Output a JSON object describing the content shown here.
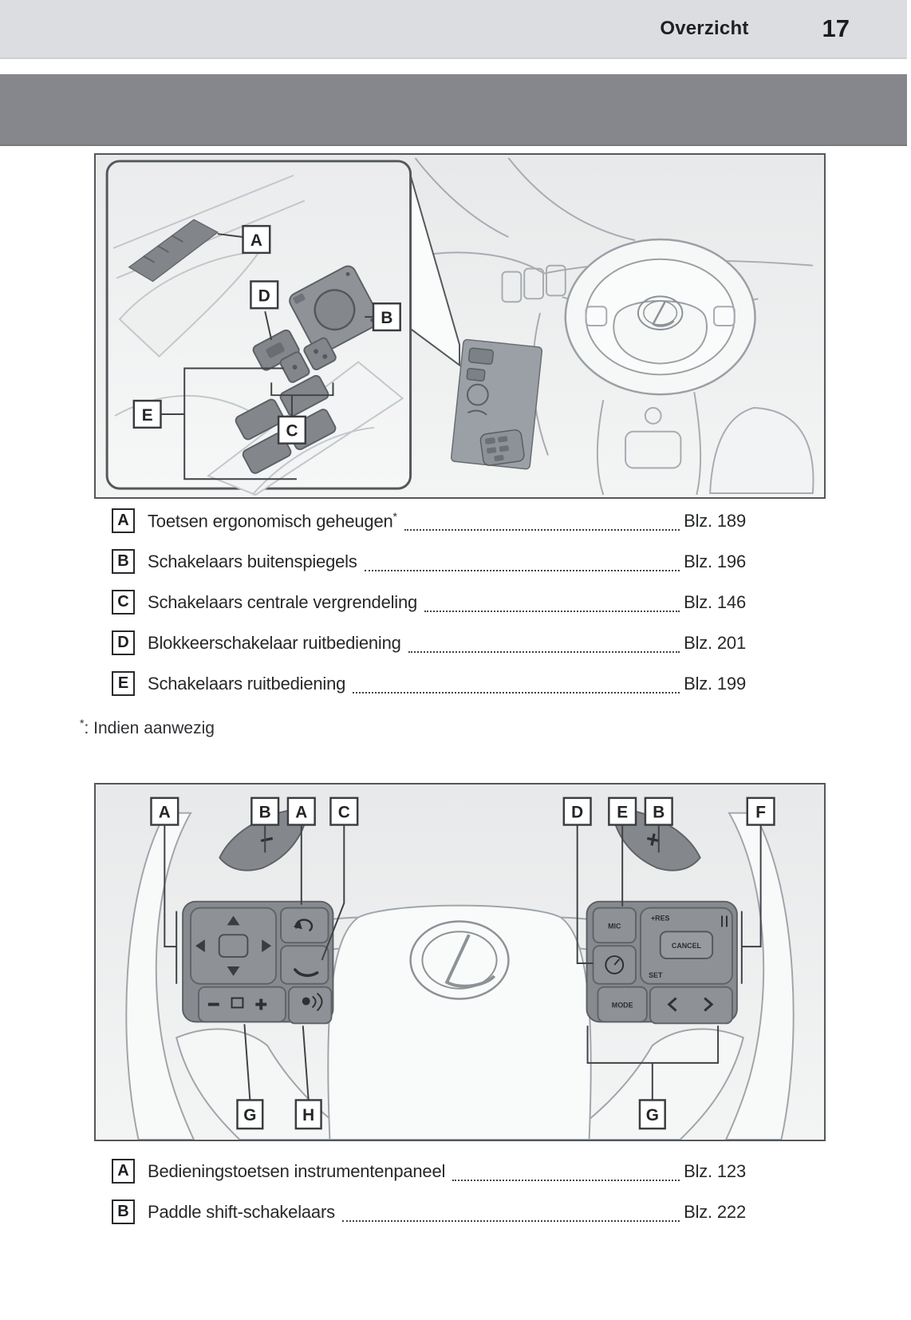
{
  "header": {
    "section_title": "Overzicht",
    "page_number": "17",
    "background": "#dcdde0"
  },
  "banner": {
    "background": "#85878c"
  },
  "figure1": {
    "description": "Driver door switch panel and dashboard overview drawing",
    "callouts": [
      "A",
      "D",
      "B",
      "C",
      "E"
    ]
  },
  "list1": {
    "items": [
      {
        "label": "A",
        "text": "Toetsen ergonomisch geheugen",
        "asterisk": "*",
        "page": "Blz. 189"
      },
      {
        "label": "B",
        "text": "Schakelaars buitenspiegels",
        "asterisk": "",
        "page": "Blz. 196"
      },
      {
        "label": "C",
        "text": "Schakelaars centrale vergrendeling",
        "asterisk": "",
        "page": "Blz. 146"
      },
      {
        "label": "D",
        "text": "Blokkeerschakelaar ruitbediening",
        "asterisk": "",
        "page": "Blz. 201"
      },
      {
        "label": "E",
        "text": "Schakelaars ruitbediening",
        "asterisk": "",
        "page": "Blz. 199"
      }
    ]
  },
  "footnote": {
    "marker": "*",
    "separator": ":",
    "text": "Indien aanwezig"
  },
  "figure2": {
    "description": "Steering wheel switches overview drawing",
    "top_callouts": [
      "A",
      "B",
      "A",
      "C",
      "D",
      "E",
      "B",
      "F"
    ],
    "bottom_callouts": [
      "G",
      "H",
      "G"
    ],
    "paddle_minus": "−",
    "paddle_plus": "+",
    "buttons": {
      "mic": "MIC",
      "res": "+RES",
      "cancel": "CANCEL",
      "set": "SET",
      "mode": "MODE"
    }
  },
  "list2": {
    "items": [
      {
        "label": "A",
        "text": "Bedieningstoetsen instrumentenpaneel",
        "page": "Blz. 123"
      },
      {
        "label": "B",
        "text": "Paddle shift-schakelaars",
        "page": "Blz. 222"
      }
    ]
  }
}
